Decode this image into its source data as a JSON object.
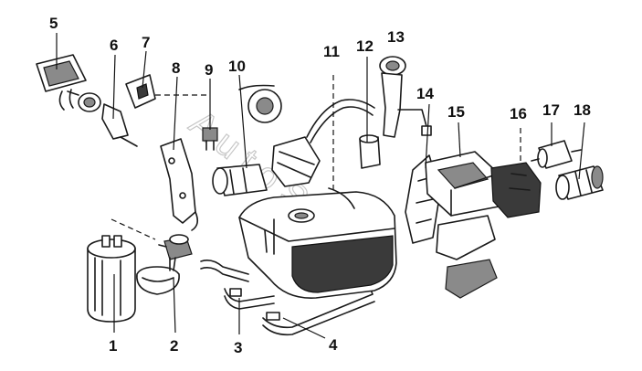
{
  "callouts": [
    "1",
    "2",
    "3",
    "4",
    "5",
    "6",
    "7",
    "8",
    "9",
    "10",
    "11",
    "12",
    "13",
    "14",
    "15",
    "16",
    "17",
    "18"
  ],
  "watermark": "AutoSoft"
}
